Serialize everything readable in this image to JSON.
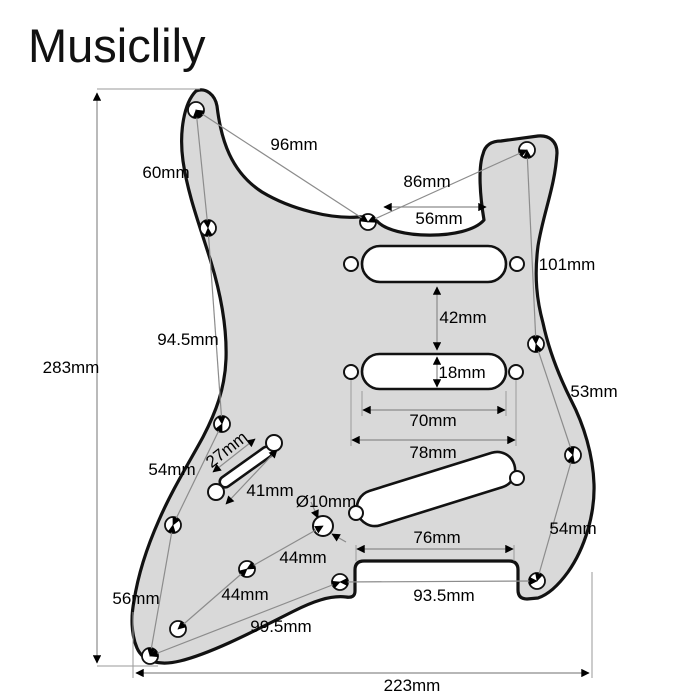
{
  "brand": {
    "logo_text": "Musiclily"
  },
  "diagram": {
    "colors": {
      "background": "#ffffff",
      "pickguard_fill": "#d9d9d9",
      "outline": "#121212",
      "dimension_line": "#8c8c8c",
      "label_text": "#000000"
    },
    "labels": {
      "overall_height": "283mm",
      "overall_width": "223mm",
      "horn_to_neck_screw": "96mm",
      "horn_screw_pair": "60mm",
      "neck_to_ear_screw": "86mm",
      "neck_cutout_width": "56mm",
      "right_upper_screws": "101mm",
      "left_edge_screws": "94.5mm",
      "pickup_gap": "42mm",
      "pickup_slot_height": "18mm",
      "pickup_slot_length": "70mm",
      "pickup_screw_span": "78mm",
      "right_middle_screws": "53mm",
      "left_lower_screws": "54mm",
      "switch_slot_length": "27mm",
      "switch_screw_span": "41mm",
      "pot_hole_diameter": "Ø10mm",
      "pot_to_screw": "44mm",
      "lower_screw_pair": "44mm",
      "right_lower_screws": "54mm",
      "bridge_cutout_width": "76mm",
      "bridge_screw_span": "93.5mm",
      "bottom_left_screws": "56mm",
      "bottom_diagonal_screws": "99.5mm"
    }
  }
}
